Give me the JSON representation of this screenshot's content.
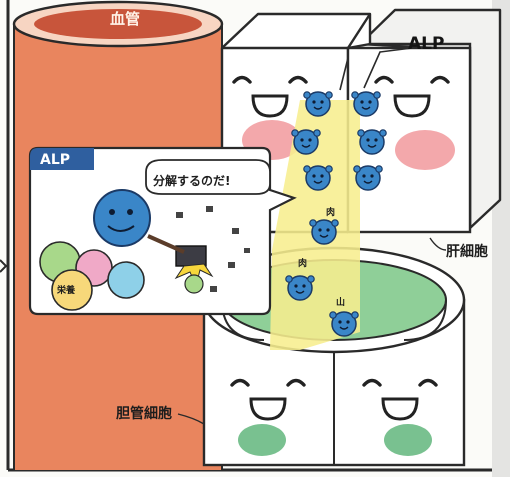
{
  "labels": {
    "blood_vessel": "血管",
    "alp_right": "ALP",
    "liver_cell": "肝細胞",
    "bile_duct_cell": "胆管細胞",
    "dot_1": "肉",
    "dot_2": "肉",
    "dot_3": "山"
  },
  "inset": {
    "title": "ALP",
    "speech": "分解するのだ!",
    "ball_label": "栄養"
  },
  "colors": {
    "vessel": "#e9855e",
    "vessel_top": "#c8553b",
    "alp_molecule": "#3a86c8",
    "bile_flow": "#f7ee8e",
    "bile_green": "#8fcf98",
    "cheek_pink": "#f3a8ab",
    "cheek_green": "#79c190",
    "inset_header": "#2f5f9f"
  }
}
